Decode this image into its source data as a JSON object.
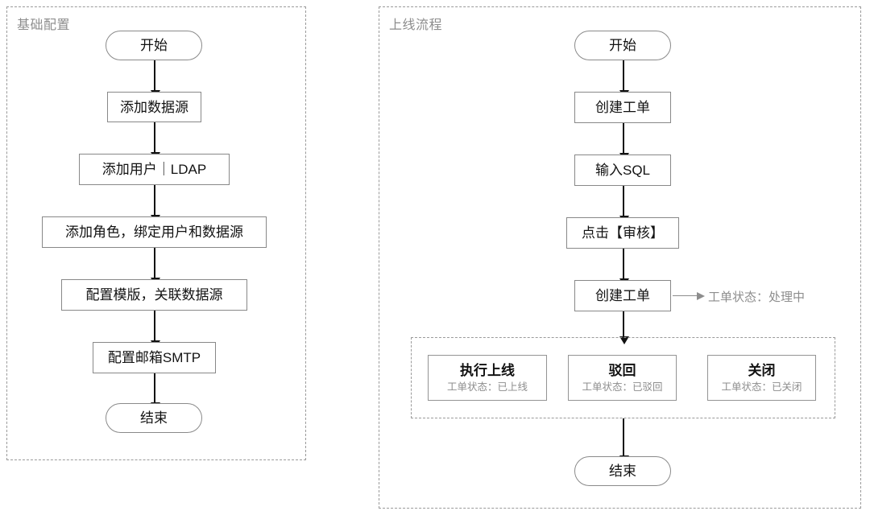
{
  "panels": [
    {
      "id": "basic",
      "label": "基础配置"
    },
    {
      "id": "flow",
      "label": "上线流程"
    }
  ],
  "basic_flow": {
    "nodes": [
      {
        "label": "开始",
        "shape": "pill"
      },
      {
        "label": "添加数据源",
        "shape": "rect"
      },
      {
        "label": "添加用户｜LDAP",
        "shape": "rect"
      },
      {
        "label": "添加角色，绑定用户和数据源",
        "shape": "rect"
      },
      {
        "label": "配置模版，关联数据源",
        "shape": "rect"
      },
      {
        "label": "配置邮箱SMTP",
        "shape": "rect"
      },
      {
        "label": "结束",
        "shape": "pill"
      }
    ]
  },
  "release_flow": {
    "nodes": [
      {
        "label": "开始",
        "shape": "pill"
      },
      {
        "label": "创建工单",
        "shape": "rect"
      },
      {
        "label": "输入SQL",
        "shape": "rect"
      },
      {
        "label": "点击【审核】",
        "shape": "rect"
      },
      {
        "label": "创建工单",
        "shape": "rect"
      },
      {
        "label": "结束",
        "shape": "pill"
      }
    ],
    "side_note": "工单状态：处理中",
    "branches": [
      {
        "title": "执行上线",
        "status": "工单状态：已上线"
      },
      {
        "title": "驳回",
        "status": "工单状态：已驳回"
      },
      {
        "title": "关闭",
        "status": "工单状态：已关闭"
      }
    ]
  },
  "colors": {
    "panel_border": "#9a9a9a",
    "node_border": "#888888",
    "text": "#121212",
    "muted_text": "#8d8d8d",
    "arrow": "#111111",
    "note_arrow": "#8d8d8d"
  }
}
